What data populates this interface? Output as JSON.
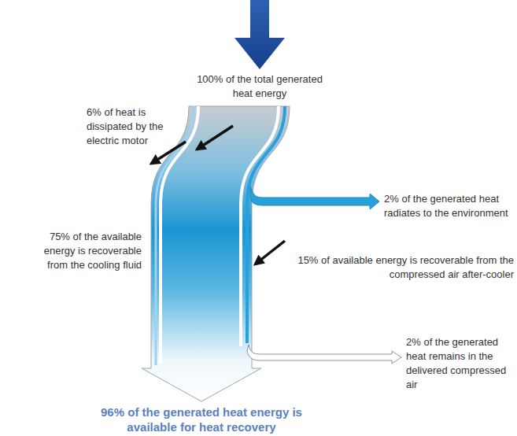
{
  "diagram": {
    "caption": "96% of the generated heat energy is available for heat recovery",
    "labels": [
      "100% of the total generated heat energy",
      "6% of heat is dissipated by the electric motor",
      "2% of the generated heat radiates to the environment",
      "75% of the available energy is recoverable from the cooling fluid",
      "15% of available energy is recoverable from the compressed air after-cooler",
      "2% of the generated heat remains in the delivered compressed air"
    ]
  }
}
